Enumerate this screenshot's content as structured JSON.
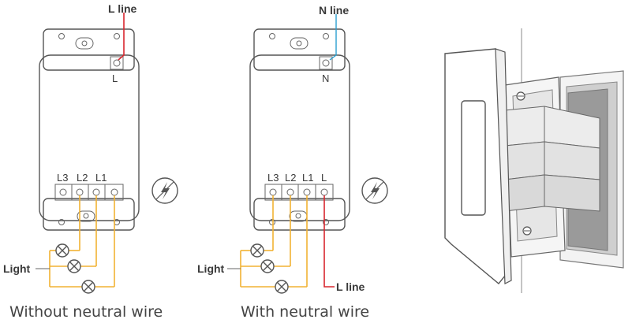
{
  "left_diagram": {
    "top_wire_label": "L line",
    "top_terminal_label": "L",
    "terminal_labels": [
      "L3",
      "L2",
      "L1"
    ],
    "load_label": "Light",
    "caption": "Without neutral wire"
  },
  "right_diagram": {
    "top_wire_label": "N line",
    "top_terminal_label": "N",
    "terminal_labels": [
      "L3",
      "L2",
      "L1",
      "L"
    ],
    "load_label": "Light",
    "line_label": "L line",
    "caption": "With neutral wire"
  },
  "colors": {
    "load_wire": "#f2b233",
    "live_wire": "#d9262e",
    "neutral_wire": "#2a9fd0"
  },
  "icons": [
    "lightning-icon",
    "lightning-icon"
  ]
}
